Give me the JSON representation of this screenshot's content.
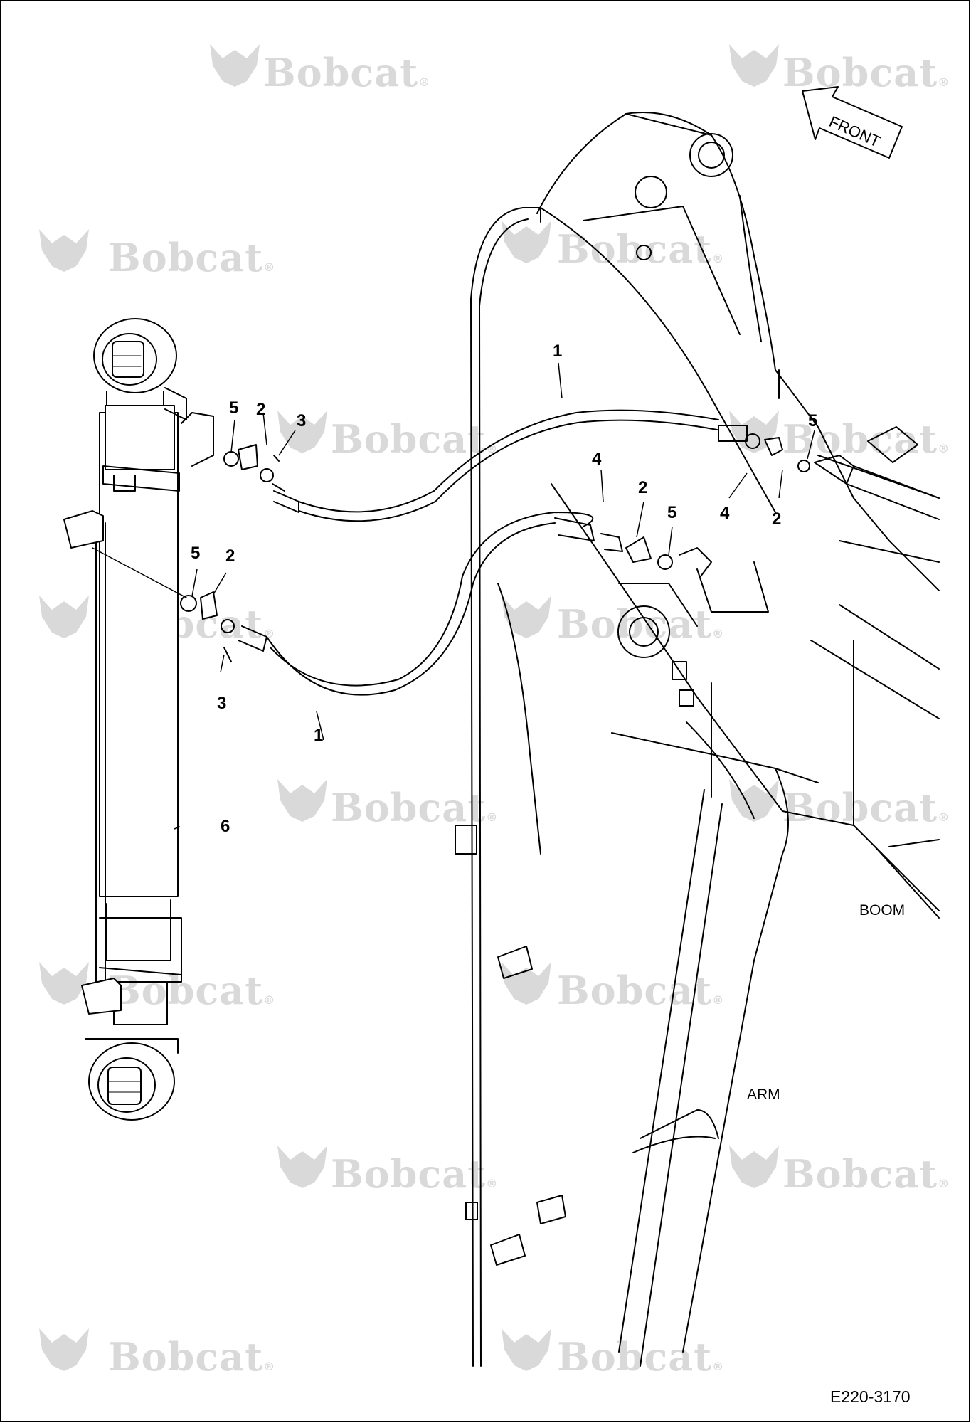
{
  "watermark": {
    "text": "Bobcat",
    "reg": "®",
    "color": "#d9d9d9"
  },
  "direction": {
    "label": "FRONT",
    "icon": "arrow-left-icon"
  },
  "callouts": [
    "1",
    "1",
    "2",
    "2",
    "2",
    "2",
    "3",
    "3",
    "4",
    "4",
    "5",
    "5",
    "5",
    "5",
    "6"
  ],
  "labels": {
    "boom": "BOOM",
    "arm": "ARM"
  },
  "reference": "E220-3170"
}
